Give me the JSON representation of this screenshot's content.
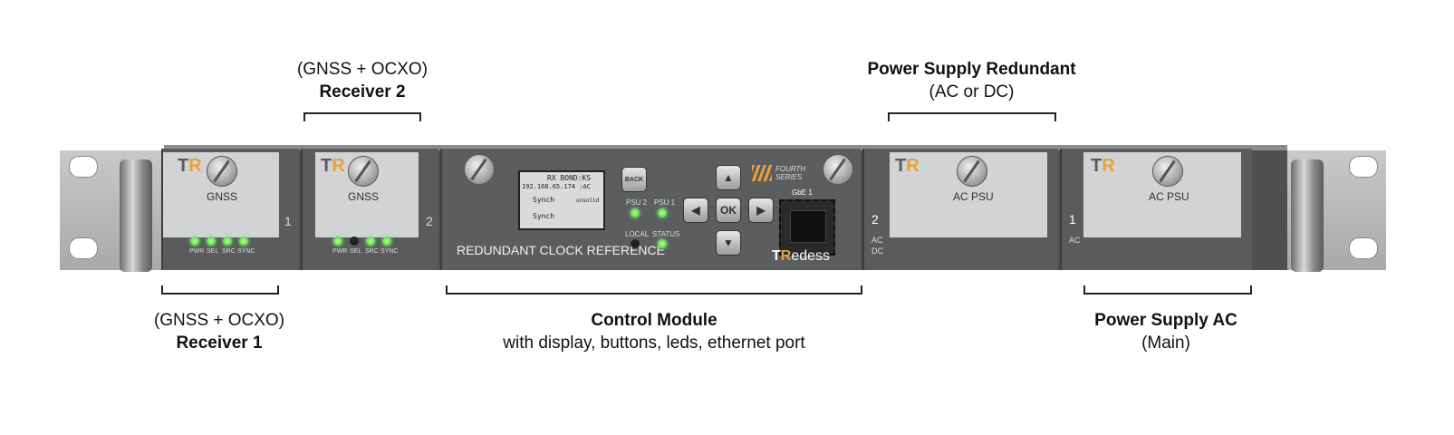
{
  "annotations": {
    "receiver2": {
      "line1": "(GNSS + OCXO)",
      "line2": "Receiver 2"
    },
    "psu_redundant": {
      "line1": "Power Supply Redundant",
      "line2": "(AC or DC)"
    },
    "receiver1": {
      "line1": "(GNSS + OCXO)",
      "line2": "Receiver 1"
    },
    "control": {
      "line1": "Control Module",
      "line2": "with display, buttons, leds, ethernet port"
    },
    "psu_ac": {
      "line1": "Power Supply AC",
      "line2": "(Main)"
    }
  },
  "device": {
    "logo_t": "T",
    "logo_r": "R",
    "receiver1": {
      "label": "GNSS",
      "slot": "1",
      "leds": [
        "PWR",
        "SEL",
        "SRC",
        "SYNC"
      ],
      "led_states": [
        true,
        true,
        true,
        true
      ]
    },
    "receiver2": {
      "label": "GNSS",
      "slot": "2",
      "leds": [
        "PWR",
        "SEL",
        "SRC",
        "SYNC"
      ],
      "led_states": [
        true,
        false,
        true,
        true
      ]
    },
    "control": {
      "title": "REDUNDANT CLOCK REFERENCE",
      "lcd_line1": "RX BOND:KS",
      "lcd_line2": "192.168.65.174 :AC",
      "lcd_line3": "Synch",
      "lcd_line4": "Synch",
      "lcd_right": "unsolid",
      "back_button": "BACK",
      "ok_button": "OK",
      "psu2_label": "PSU 2",
      "psu1_label": "PSU 1",
      "local_label": "LOCAL",
      "status_label": "STATUS",
      "series_line1": "FOURTH",
      "series_line2": "SERIES",
      "port_label": "GbE 1",
      "brand_t": "T",
      "brand_r": "R",
      "brand_rest": "edess"
    },
    "psu2": {
      "label": "AC PSU",
      "slot": "2",
      "type1": "AC",
      "type2": "DC"
    },
    "psu1": {
      "label": "AC PSU",
      "slot": "1",
      "type1": "AC"
    }
  }
}
